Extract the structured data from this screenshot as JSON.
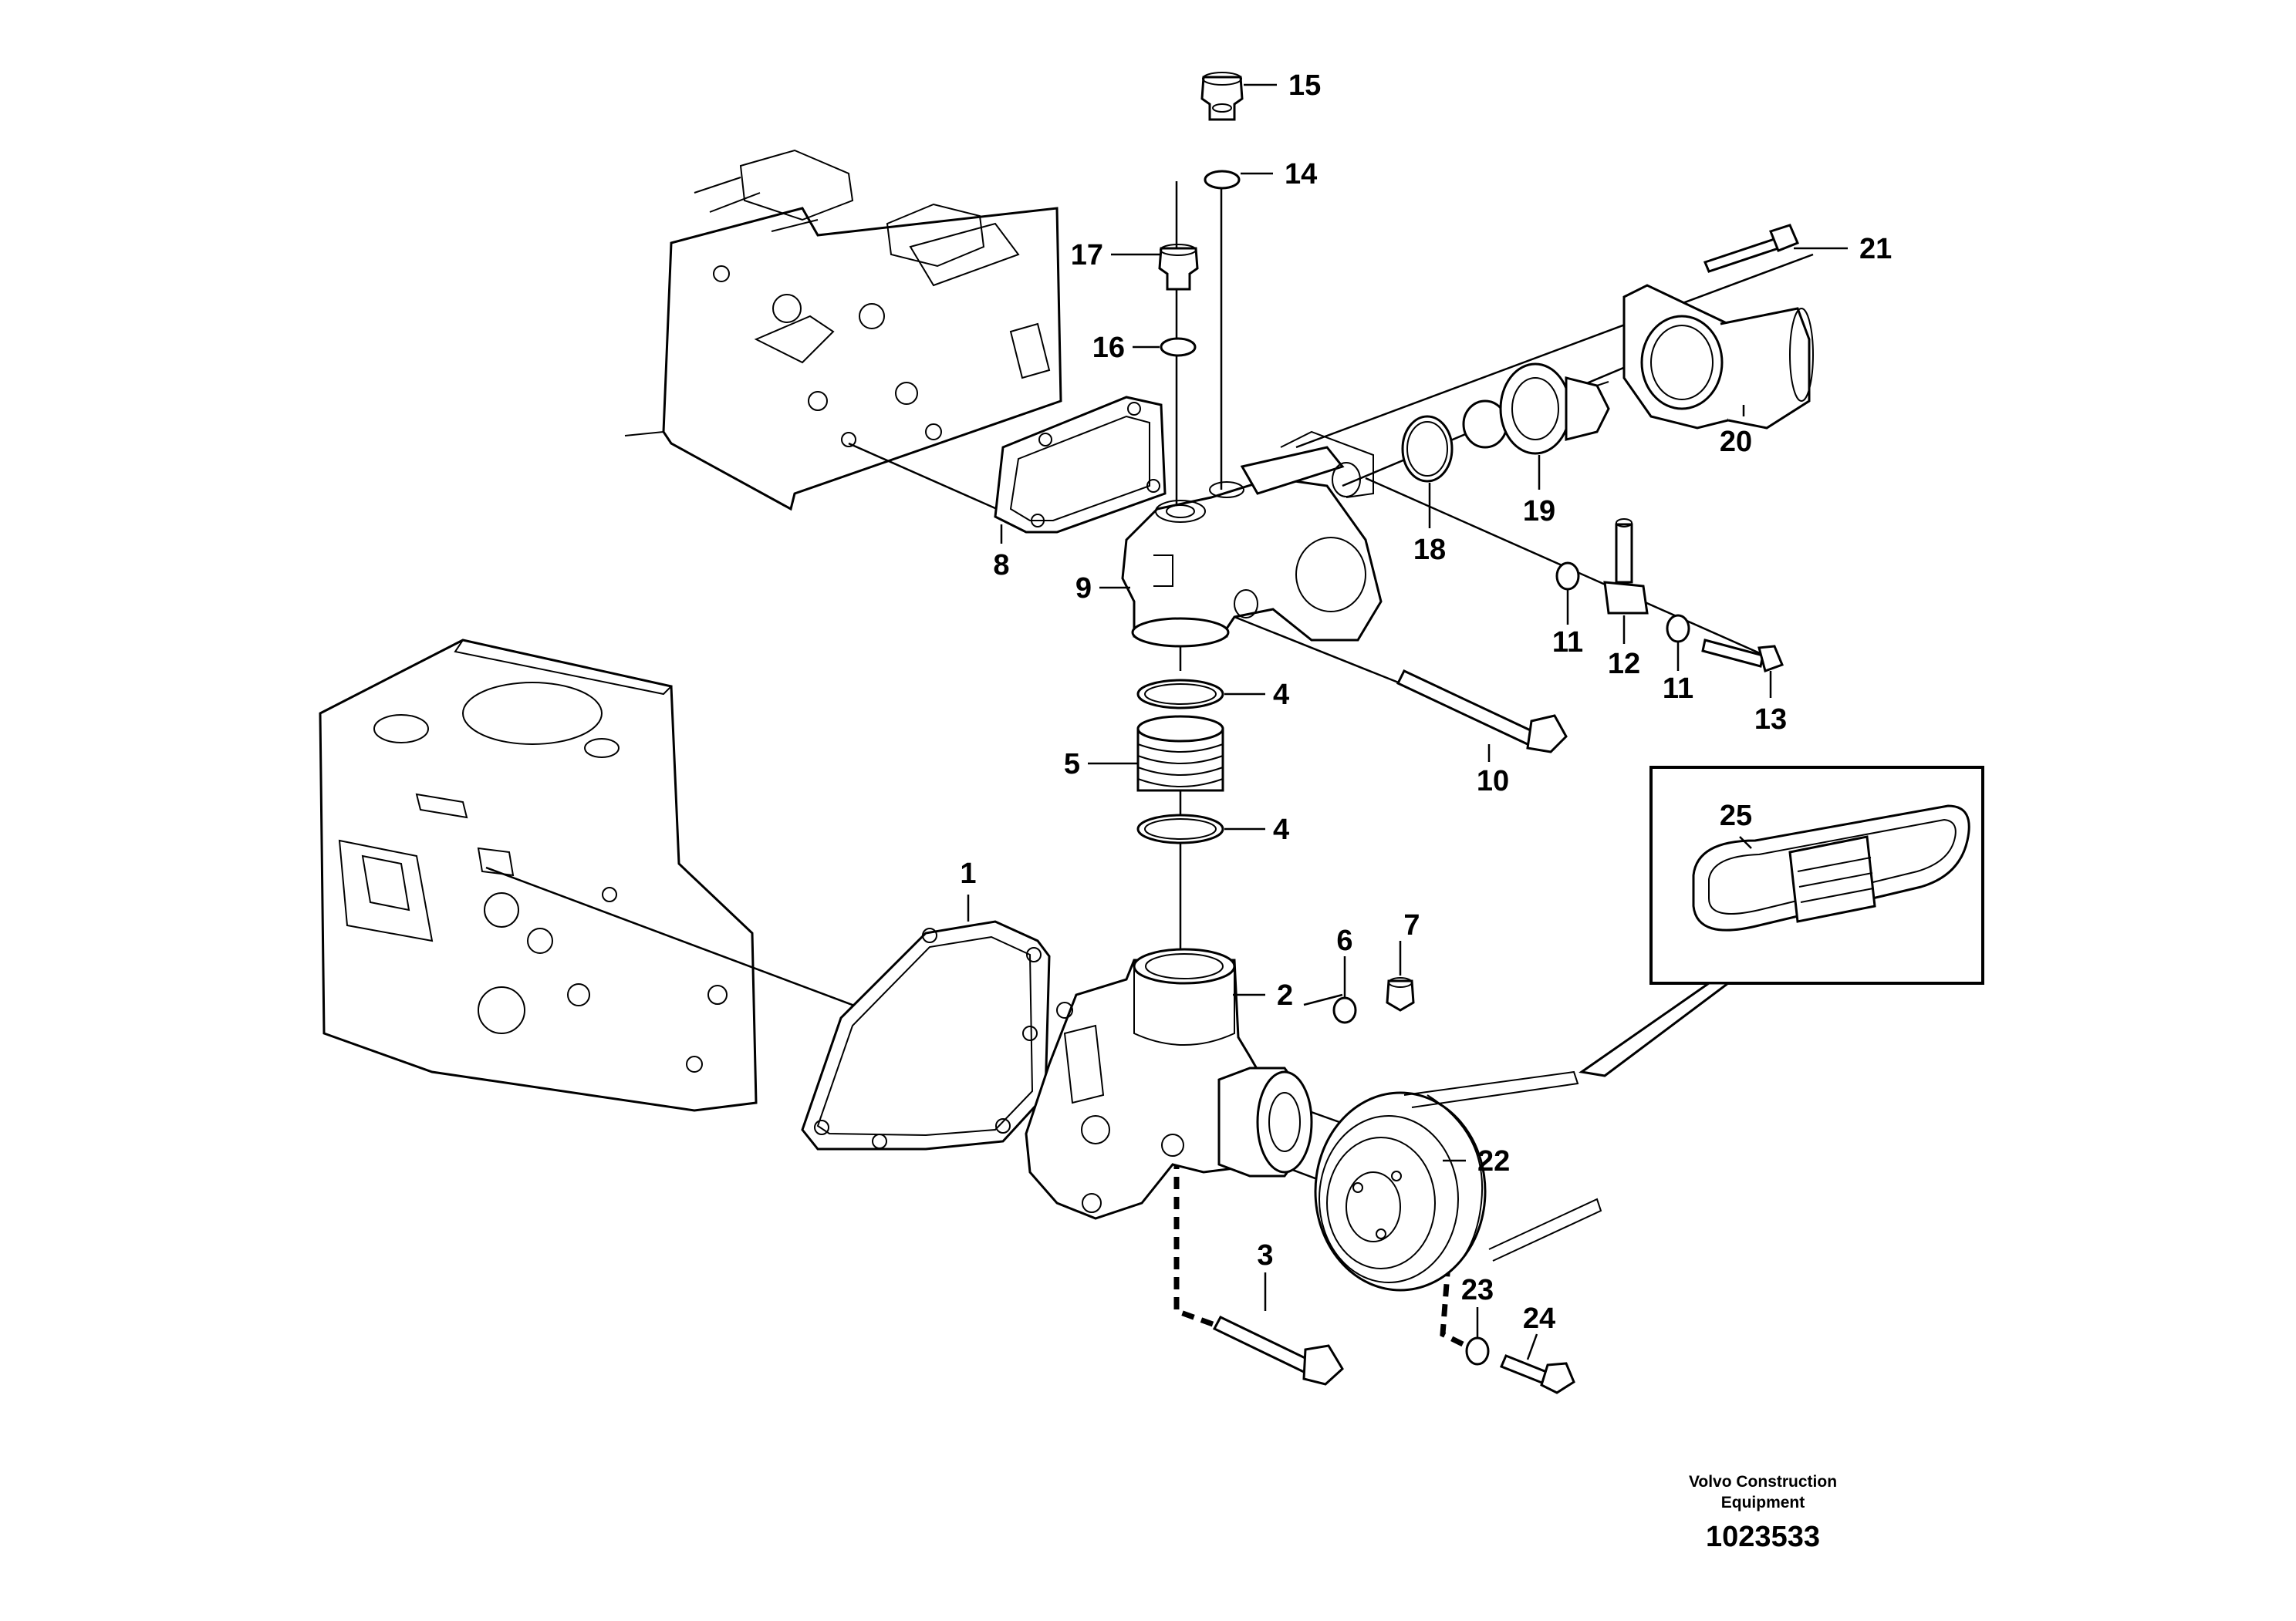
{
  "part_labels": [
    "1",
    "2",
    "3",
    "4",
    "4",
    "5",
    "6",
    "7",
    "8",
    "9",
    "10",
    "11",
    "11",
    "12",
    "13",
    "14",
    "15",
    "16",
    "17",
    "18",
    "19",
    "20",
    "21",
    "22",
    "23",
    "24",
    "25"
  ],
  "caption": {
    "line1": "Volvo Construction",
    "line2": "Equipment",
    "document_number": "1023533"
  }
}
